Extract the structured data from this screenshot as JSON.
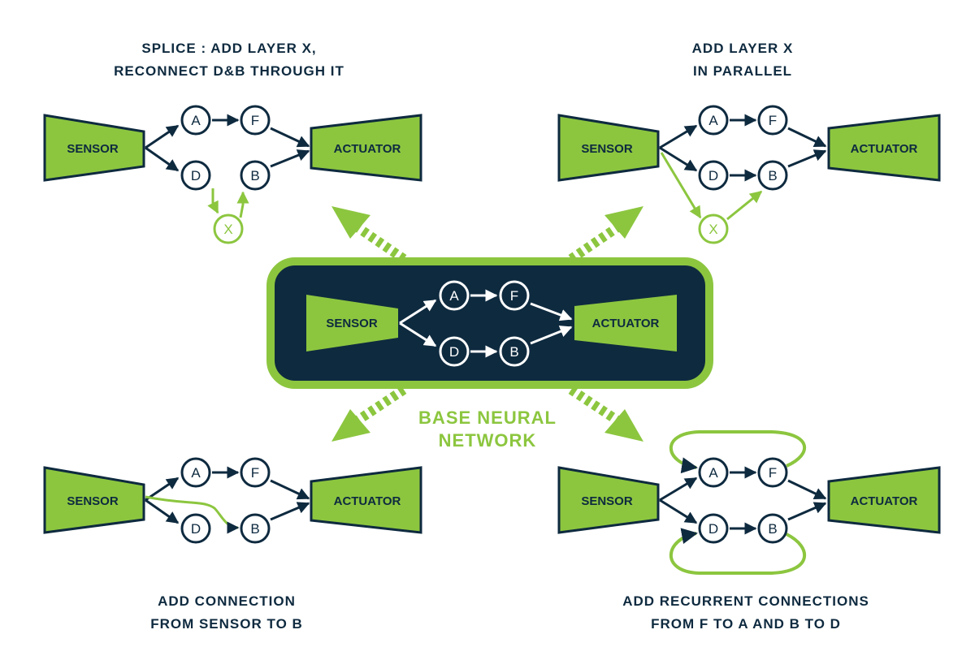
{
  "colors": {
    "navy": "#0e2a3f",
    "green": "#8cc63f",
    "white": "#ffffff"
  },
  "base": {
    "caption_line1": "BASE NEURAL",
    "caption_line2": "NETWORK"
  },
  "blocks": {
    "sensor": "SENSOR",
    "actuator": "ACTUATOR"
  },
  "nodes": {
    "a": "A",
    "f": "F",
    "d": "D",
    "b": "B",
    "x": "X"
  },
  "panels": {
    "splice": {
      "caption_line1": "SPLICE : ADD LAYER X,",
      "caption_line2": "RECONNECT D&B THROUGH IT"
    },
    "parallel": {
      "caption_line1": "ADD LAYER X",
      "caption_line2": "IN PARALLEL"
    },
    "connection": {
      "caption_line1": "ADD CONNECTION",
      "caption_line2": "FROM SENSOR TO B"
    },
    "recurrent": {
      "caption_line1": "ADD RECURRENT CONNECTIONS",
      "caption_line2": "FROM F TO A AND B TO D"
    }
  }
}
